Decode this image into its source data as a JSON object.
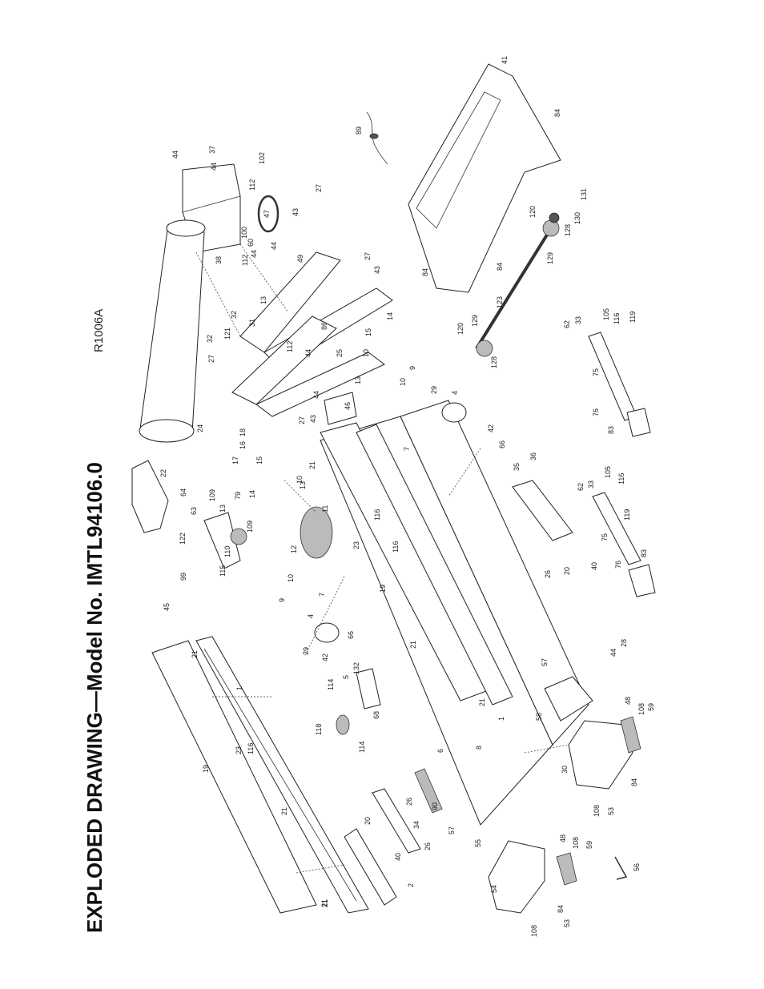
{
  "title": "EXPLODED DRAWING—Model No. IMTL94106.0",
  "drawing_code": "R1006A",
  "callouts": [
    {
      "id": "c-44a",
      "text": "44"
    },
    {
      "id": "c-37",
      "text": "37"
    },
    {
      "id": "c-44b",
      "text": "44"
    },
    {
      "id": "c-102",
      "text": "102"
    },
    {
      "id": "c-112a",
      "text": "112"
    },
    {
      "id": "c-47",
      "text": "47"
    },
    {
      "id": "c-100",
      "text": "100"
    },
    {
      "id": "c-60",
      "text": "60"
    },
    {
      "id": "c-44c",
      "text": "44"
    },
    {
      "id": "c-44d",
      "text": "44"
    },
    {
      "id": "c-112b",
      "text": "112"
    },
    {
      "id": "c-38",
      "text": "38"
    },
    {
      "id": "c-27a",
      "text": "27"
    },
    {
      "id": "c-43a",
      "text": "43"
    },
    {
      "id": "c-49",
      "text": "49"
    },
    {
      "id": "c-89",
      "text": "89"
    },
    {
      "id": "c-41",
      "text": "41"
    },
    {
      "id": "c-84a",
      "text": "84"
    },
    {
      "id": "c-131",
      "text": "131"
    },
    {
      "id": "c-120a",
      "text": "120"
    },
    {
      "id": "c-130",
      "text": "130"
    },
    {
      "id": "c-128a",
      "text": "128"
    },
    {
      "id": "c-129a",
      "text": "129"
    },
    {
      "id": "c-84b",
      "text": "84"
    },
    {
      "id": "c-84c",
      "text": "84"
    },
    {
      "id": "c-27b",
      "text": "27"
    },
    {
      "id": "c-43b",
      "text": "43"
    },
    {
      "id": "c-14a",
      "text": "14"
    },
    {
      "id": "c-15a",
      "text": "15"
    },
    {
      "id": "c-123",
      "text": "123"
    },
    {
      "id": "c-120b",
      "text": "120"
    },
    {
      "id": "c-129b",
      "text": "129"
    },
    {
      "id": "c-128b",
      "text": "128"
    },
    {
      "id": "c-13a",
      "text": "13"
    },
    {
      "id": "c-31",
      "text": "31"
    },
    {
      "id": "c-32a",
      "text": "32"
    },
    {
      "id": "c-121",
      "text": "121"
    },
    {
      "id": "c-32b",
      "text": "32"
    },
    {
      "id": "c-27c",
      "text": "27"
    },
    {
      "id": "c-86",
      "text": "86"
    },
    {
      "id": "c-112c",
      "text": "112"
    },
    {
      "id": "c-44e",
      "text": "44"
    },
    {
      "id": "c-25",
      "text": "25"
    },
    {
      "id": "c-10a",
      "text": "10"
    },
    {
      "id": "c-13b",
      "text": "13"
    },
    {
      "id": "c-44f",
      "text": "44"
    },
    {
      "id": "c-9a",
      "text": "9"
    },
    {
      "id": "c-10b",
      "text": "10"
    },
    {
      "id": "c-29a",
      "text": "29"
    },
    {
      "id": "c-4a",
      "text": "4"
    },
    {
      "id": "c-46",
      "text": "46"
    },
    {
      "id": "c-43c",
      "text": "43"
    },
    {
      "id": "c-24",
      "text": "24"
    },
    {
      "id": "c-27d",
      "text": "27"
    },
    {
      "id": "c-18",
      "text": "18"
    },
    {
      "id": "c-16",
      "text": "16"
    },
    {
      "id": "c-17",
      "text": "17"
    },
    {
      "id": "c-15b",
      "text": "15"
    },
    {
      "id": "c-14b",
      "text": "14"
    },
    {
      "id": "c-10c",
      "text": "10"
    },
    {
      "id": "c-13c",
      "text": "13"
    },
    {
      "id": "c-21a",
      "text": "21"
    },
    {
      "id": "c-22",
      "text": "22"
    },
    {
      "id": "c-64",
      "text": "64"
    },
    {
      "id": "c-63",
      "text": "63"
    },
    {
      "id": "c-109a",
      "text": "109"
    },
    {
      "id": "c-13d",
      "text": "13"
    },
    {
      "id": "c-79",
      "text": "79"
    },
    {
      "id": "c-109b",
      "text": "109"
    },
    {
      "id": "c-122",
      "text": "122"
    },
    {
      "id": "c-110",
      "text": "110"
    },
    {
      "id": "c-99",
      "text": "99"
    },
    {
      "id": "c-115",
      "text": "115"
    },
    {
      "id": "c-12",
      "text": "12"
    },
    {
      "id": "c-11",
      "text": "11"
    },
    {
      "id": "c-7a",
      "text": "7"
    },
    {
      "id": "c-42a",
      "text": "42"
    },
    {
      "id": "c-66a",
      "text": "66"
    },
    {
      "id": "c-35",
      "text": "35"
    },
    {
      "id": "c-36",
      "text": "36"
    },
    {
      "id": "c-62a",
      "text": "62"
    },
    {
      "id": "c-33a",
      "text": "33"
    },
    {
      "id": "c-105a",
      "text": "105"
    },
    {
      "id": "c-116a",
      "text": "116"
    },
    {
      "id": "c-119a",
      "text": "119"
    },
    {
      "id": "c-62b",
      "text": "62"
    },
    {
      "id": "c-33b",
      "text": "33"
    },
    {
      "id": "c-105b",
      "text": "105"
    },
    {
      "id": "c-116b",
      "text": "116"
    },
    {
      "id": "c-119b",
      "text": "119"
    },
    {
      "id": "c-75a",
      "text": "75"
    },
    {
      "id": "c-76a",
      "text": "76"
    },
    {
      "id": "c-83a",
      "text": "83"
    },
    {
      "id": "c-75b",
      "text": "75"
    },
    {
      "id": "c-76b",
      "text": "76"
    },
    {
      "id": "c-83b",
      "text": "83"
    },
    {
      "id": "c-23a",
      "text": "23"
    },
    {
      "id": "c-116c",
      "text": "116"
    },
    {
      "id": "c-116d",
      "text": "116"
    },
    {
      "id": "c-26a",
      "text": "26"
    },
    {
      "id": "c-20a",
      "text": "20"
    },
    {
      "id": "c-40a",
      "text": "40"
    },
    {
      "id": "c-10d",
      "text": "10"
    },
    {
      "id": "c-9b",
      "text": "9"
    },
    {
      "id": "c-7b",
      "text": "7"
    },
    {
      "id": "c-19a",
      "text": "19"
    },
    {
      "id": "c-45",
      "text": "45"
    },
    {
      "id": "c-4b",
      "text": "4"
    },
    {
      "id": "c-29b",
      "text": "29"
    },
    {
      "id": "c-66b",
      "text": "66"
    },
    {
      "id": "c-42b",
      "text": "42"
    },
    {
      "id": "c-132",
      "text": "132"
    },
    {
      "id": "c-5",
      "text": "5"
    },
    {
      "id": "c-21b",
      "text": "21"
    },
    {
      "id": "c-21c",
      "text": "21"
    },
    {
      "id": "c-1a",
      "text": "1"
    },
    {
      "id": "c-114a",
      "text": "114"
    },
    {
      "id": "c-68",
      "text": "68"
    },
    {
      "id": "c-118",
      "text": "118"
    },
    {
      "id": "c-114b",
      "text": "114"
    },
    {
      "id": "c-57a",
      "text": "57"
    },
    {
      "id": "c-21d",
      "text": "21"
    },
    {
      "id": "c-1b",
      "text": "1"
    },
    {
      "id": "c-58",
      "text": "58"
    },
    {
      "id": "c-44g",
      "text": "44"
    },
    {
      "id": "c-28",
      "text": "28"
    },
    {
      "id": "c-48a",
      "text": "48"
    },
    {
      "id": "c-108a",
      "text": "108"
    },
    {
      "id": "c-59a",
      "text": "59"
    },
    {
      "id": "c-19b",
      "text": "19"
    },
    {
      "id": "c-23b",
      "text": "23"
    },
    {
      "id": "c-116e",
      "text": "116"
    },
    {
      "id": "c-21e",
      "text": "21"
    },
    {
      "id": "c-6",
      "text": "6"
    },
    {
      "id": "c-8",
      "text": "8"
    },
    {
      "id": "c-30",
      "text": "30"
    },
    {
      "id": "c-84d",
      "text": "84"
    },
    {
      "id": "c-108b",
      "text": "108"
    },
    {
      "id": "c-53a",
      "text": "53"
    },
    {
      "id": "c-21f",
      "text": "21"
    },
    {
      "id": "c-20b",
      "text": "20"
    },
    {
      "id": "c-34",
      "text": "34"
    },
    {
      "id": "c-26b",
      "text": "26"
    },
    {
      "id": "c-26c",
      "text": "26"
    },
    {
      "id": "c-40b",
      "text": "40"
    },
    {
      "id": "c-2",
      "text": "2"
    },
    {
      "id": "c-90",
      "text": "90"
    },
    {
      "id": "c-57b",
      "text": "57"
    },
    {
      "id": "c-55",
      "text": "55"
    },
    {
      "id": "c-48b",
      "text": "48"
    },
    {
      "id": "c-108c",
      "text": "108"
    },
    {
      "id": "c-59b",
      "text": "59"
    },
    {
      "id": "c-56",
      "text": "56"
    },
    {
      "id": "c-54",
      "text": "54"
    },
    {
      "id": "c-21g",
      "text": "21"
    },
    {
      "id": "c-108d",
      "text": "108"
    },
    {
      "id": "c-84e",
      "text": "84"
    },
    {
      "id": "c-53b",
      "text": "53"
    }
  ]
}
